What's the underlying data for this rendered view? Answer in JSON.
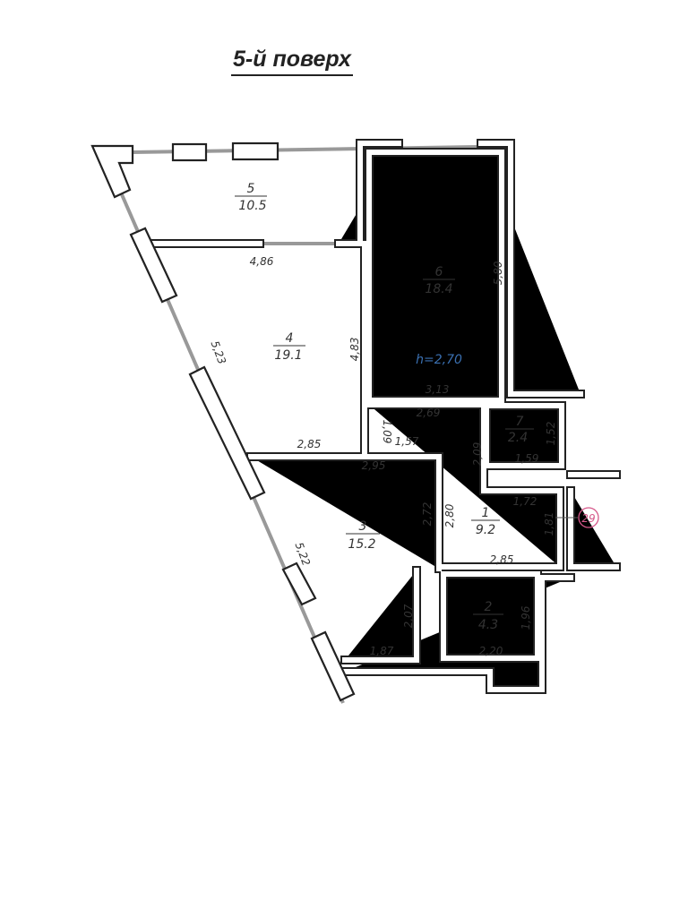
{
  "title": "5-й поверх",
  "ceiling_height": "h=2,70",
  "unit_marker": "29",
  "rooms": [
    {
      "num": "1",
      "area": "9.2"
    },
    {
      "num": "2",
      "area": "4.3"
    },
    {
      "num": "3",
      "area": "15.2"
    },
    {
      "num": "4",
      "area": "19.1"
    },
    {
      "num": "5",
      "area": "10.5"
    },
    {
      "num": "6",
      "area": "18.4"
    },
    {
      "num": "7",
      "area": "2.4"
    }
  ],
  "dimensions": [
    "4,86",
    "5,80",
    "4,83",
    "5,23",
    "3,13",
    "2,69",
    "1,09",
    "2,85",
    "1,57",
    "2,95",
    "2,09",
    "1,52",
    "1,59",
    "1,72",
    "2,72",
    "2,80",
    "1,81",
    "2,85",
    "5,22",
    "2,07",
    "1,96",
    "1,87",
    "2,20"
  ]
}
